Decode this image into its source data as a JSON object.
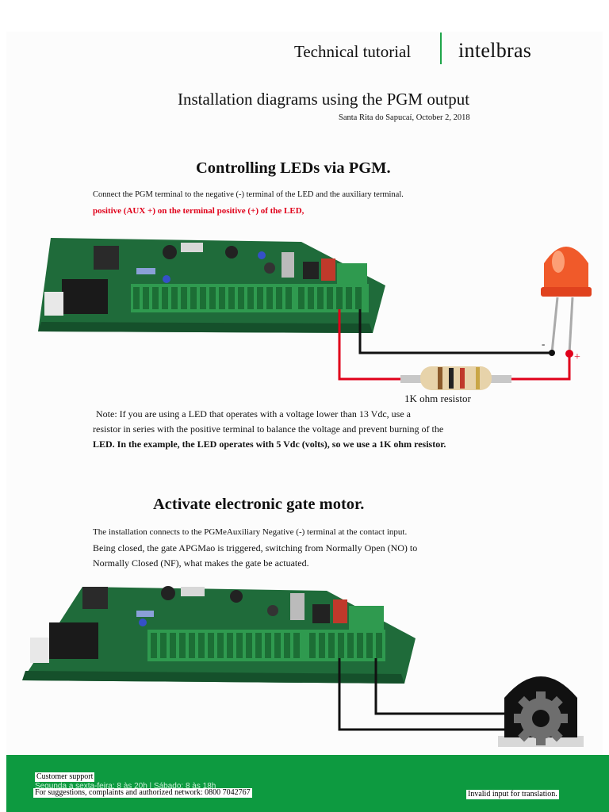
{
  "header": {
    "title": "Technical tutorial",
    "brand": "intelbras"
  },
  "document": {
    "title": "Installation diagrams using the PGM output",
    "date": "Santa Rita do Sapucaí, October 2, 2018"
  },
  "section1": {
    "heading": "Controlling LEDs via PGM.",
    "line1": "Connect the PGM terminal to the negative (-) terminal of the LED and the auxiliary terminal.",
    "line2": "positive (AUX +) on the terminal positive (+) of the LED,",
    "resistor_label": "1K ohm resistor",
    "led_minus": "-",
    "led_plus": "+",
    "note_line1": "Note: If you are using a LED that operates with a voltage lower than 13 Vdc, use a",
    "note_line2": "resistor in series with the positive terminal to balance the voltage and prevent burning of the",
    "note_line3": "LED. In the example, the LED operates with 5 Vdc (volts), so we use a 1K ohm resistor."
  },
  "section2": {
    "heading": "Activate electronic gate motor.",
    "line1": "The installation connects to the PGMeAuxiliary Negative (-) terminal at the contact input.",
    "line2": "Being closed, the gate APGMao is triggered, switching from Normally Open (NO) to",
    "line3": "Normally Closed (NF), what makes the gate be actuated."
  },
  "footer": {
    "support_label": "Customer support",
    "hours": "Segunda a sexta-feira: 8 às 20h | Sábado: 8 às 18h",
    "suggestions": "For suggestions, complaints and authorized network: 0800 7042767",
    "translation_note": "Invalid input for translation."
  },
  "colors": {
    "brand_green": "#0d9a40",
    "accent_red": "#e0001a",
    "board_green": "#1f6b3a"
  },
  "icons": [
    "led-icon",
    "resistor-icon",
    "gate-motor-gear-icon"
  ]
}
